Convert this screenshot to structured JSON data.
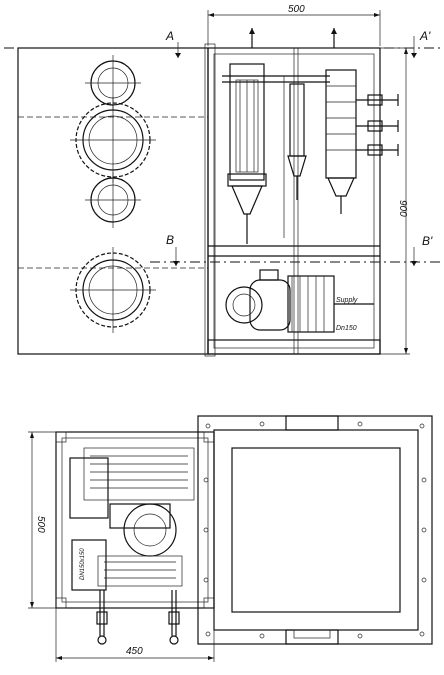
{
  "labels": {
    "dim_top_width": "500",
    "dim_height_900": "900",
    "dim_plan_width": "450",
    "dim_plan_depth": "500",
    "section_a": "A",
    "section_a_prime": "A'",
    "section_b": "B",
    "section_b_prime": "B'",
    "note_supply": "Supply",
    "note_dn": "Dn150",
    "note_plan_vertical": "DN150x150"
  },
  "components": {
    "left_elevation": [
      "pipe-ring",
      "pipe-ring",
      "pipe-ring",
      "pipe-ring"
    ],
    "right_elevation": [
      "filter-cylinder",
      "narrow-filter",
      "conical-filter",
      "pump-motor",
      "outlet-valve",
      "outlet-valve",
      "outlet-valve"
    ],
    "plan_view": [
      "pump-assembly",
      "valve-stem",
      "valve-stem",
      "flange-frame"
    ]
  }
}
